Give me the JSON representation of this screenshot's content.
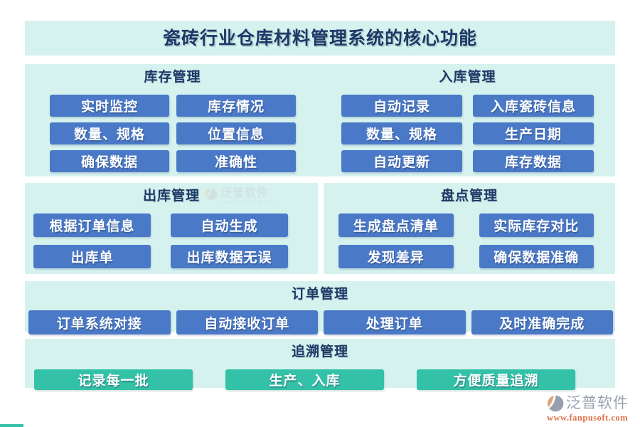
{
  "page": {
    "title": "瓷砖行业仓库材料管理系统的核心功能",
    "colors": {
      "panel_bg": "#d6f2ef",
      "button_blue": "#4a79c8",
      "button_teal": "#33c1a7",
      "heading_navy": "#1d3966",
      "brand_gray": "#99a1af",
      "brand_orange": "#e0714d"
    }
  },
  "sections": [
    {
      "id": "inventory",
      "title": "库存管理",
      "buttons": [
        "实时监控",
        "库存情况",
        "数量、规格",
        "位置信息",
        "确保数据",
        "准确性"
      ]
    },
    {
      "id": "inbound",
      "title": "入库管理",
      "buttons": [
        "自动记录",
        "入库瓷砖信息",
        "数量、规格",
        "生产日期",
        "自动更新",
        "库存数据"
      ]
    },
    {
      "id": "outbound",
      "title": "出库管理",
      "buttons": [
        "根据订单信息",
        "自动生成",
        "出库单",
        "出库数据无误"
      ]
    },
    {
      "id": "stocktake",
      "title": "盘点管理",
      "buttons": [
        "生成盘点清单",
        "实际库存对比",
        "发现差异",
        "确保数据准确"
      ]
    },
    {
      "id": "order",
      "title": "订单管理",
      "buttons": [
        "订单系统对接",
        "自动接收订单",
        "处理订单",
        "及时准确完成"
      ]
    },
    {
      "id": "trace",
      "title": "追溯管理",
      "buttons": [
        "记录每一批",
        "生产、入库",
        "方便质量追溯"
      ]
    }
  ],
  "watermark": {
    "name": "泛普软件",
    "subtitle": "FANPU SOFTWARE"
  },
  "brand": {
    "name": "泛普软件",
    "url": "www.fanpusoft.com"
  }
}
